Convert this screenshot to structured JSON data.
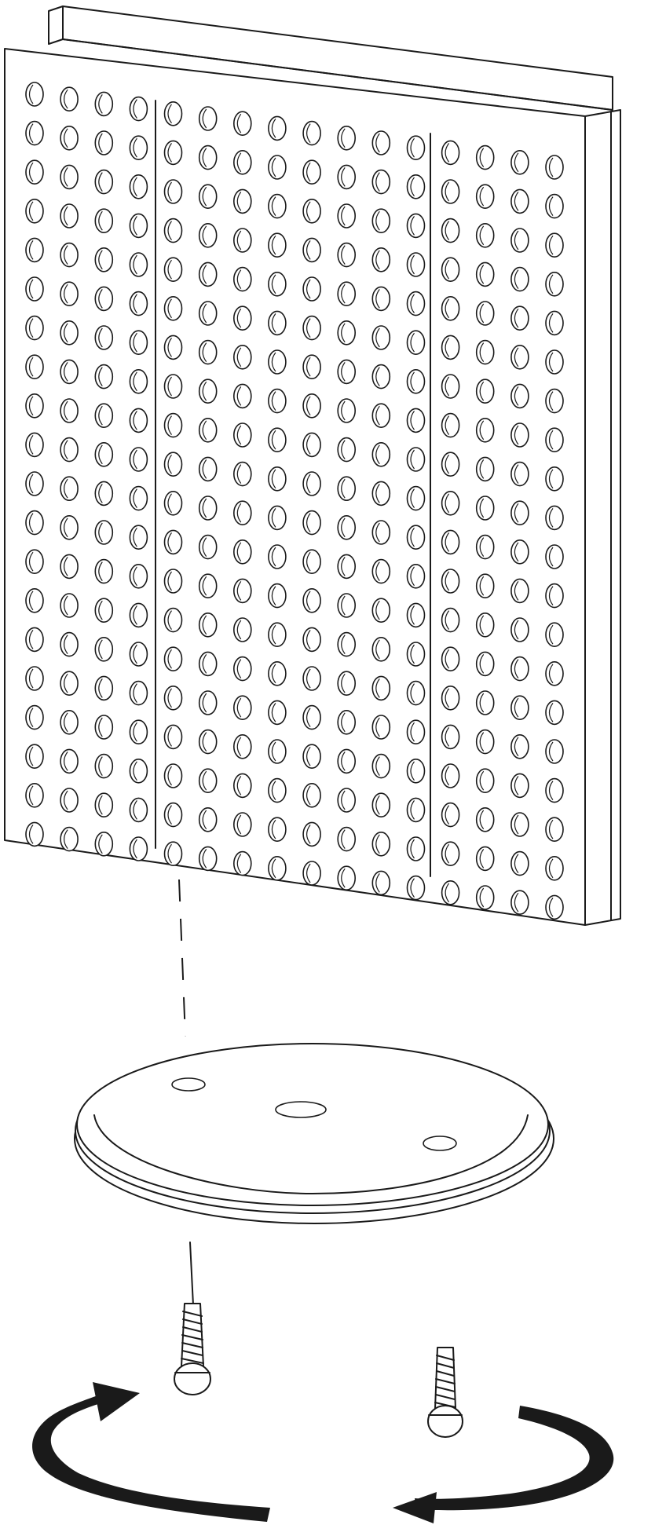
{
  "diagram": {
    "subject": "pegboard-panel-assembly",
    "components": [
      {
        "id": "pegboard-panel",
        "icon": "pegboard-icon",
        "hole_columns": 16,
        "hole_rows": 20,
        "section_dividers": 2
      },
      {
        "id": "top-rail",
        "icon": "rail-icon"
      },
      {
        "id": "round-base",
        "icon": "base-plate-icon",
        "hole_count": 3
      },
      {
        "id": "screw-left",
        "icon": "screw-icon"
      },
      {
        "id": "screw-right",
        "icon": "screw-icon"
      },
      {
        "id": "rotation-arrow-left",
        "icon": "curved-arrow-icon",
        "direction": "clockwise"
      },
      {
        "id": "rotation-arrow-right",
        "icon": "curved-arrow-icon",
        "direction": "clockwise"
      }
    ],
    "colors": {
      "line": "#1a1a1a",
      "background": "#ffffff",
      "arrow": "#1a1a1a"
    }
  }
}
